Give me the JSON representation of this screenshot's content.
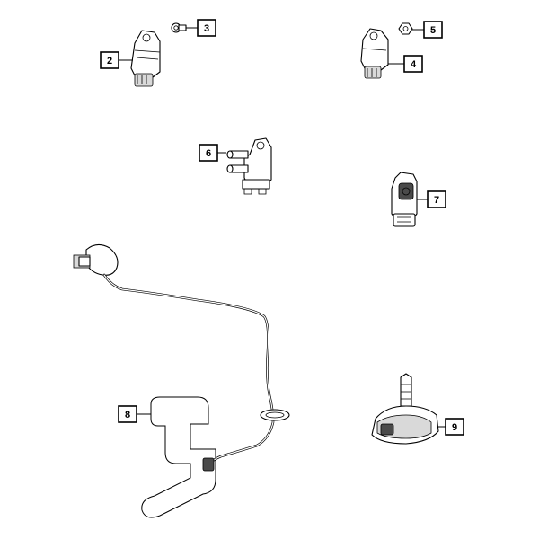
{
  "callouts": [
    {
      "id": "2",
      "label": "2"
    },
    {
      "id": "3",
      "label": "3"
    },
    {
      "id": "4",
      "label": "4"
    },
    {
      "id": "5",
      "label": "5"
    },
    {
      "id": "6",
      "label": "6"
    },
    {
      "id": "7",
      "label": "7"
    },
    {
      "id": "8",
      "label": "8"
    },
    {
      "id": "9",
      "label": "9"
    }
  ]
}
